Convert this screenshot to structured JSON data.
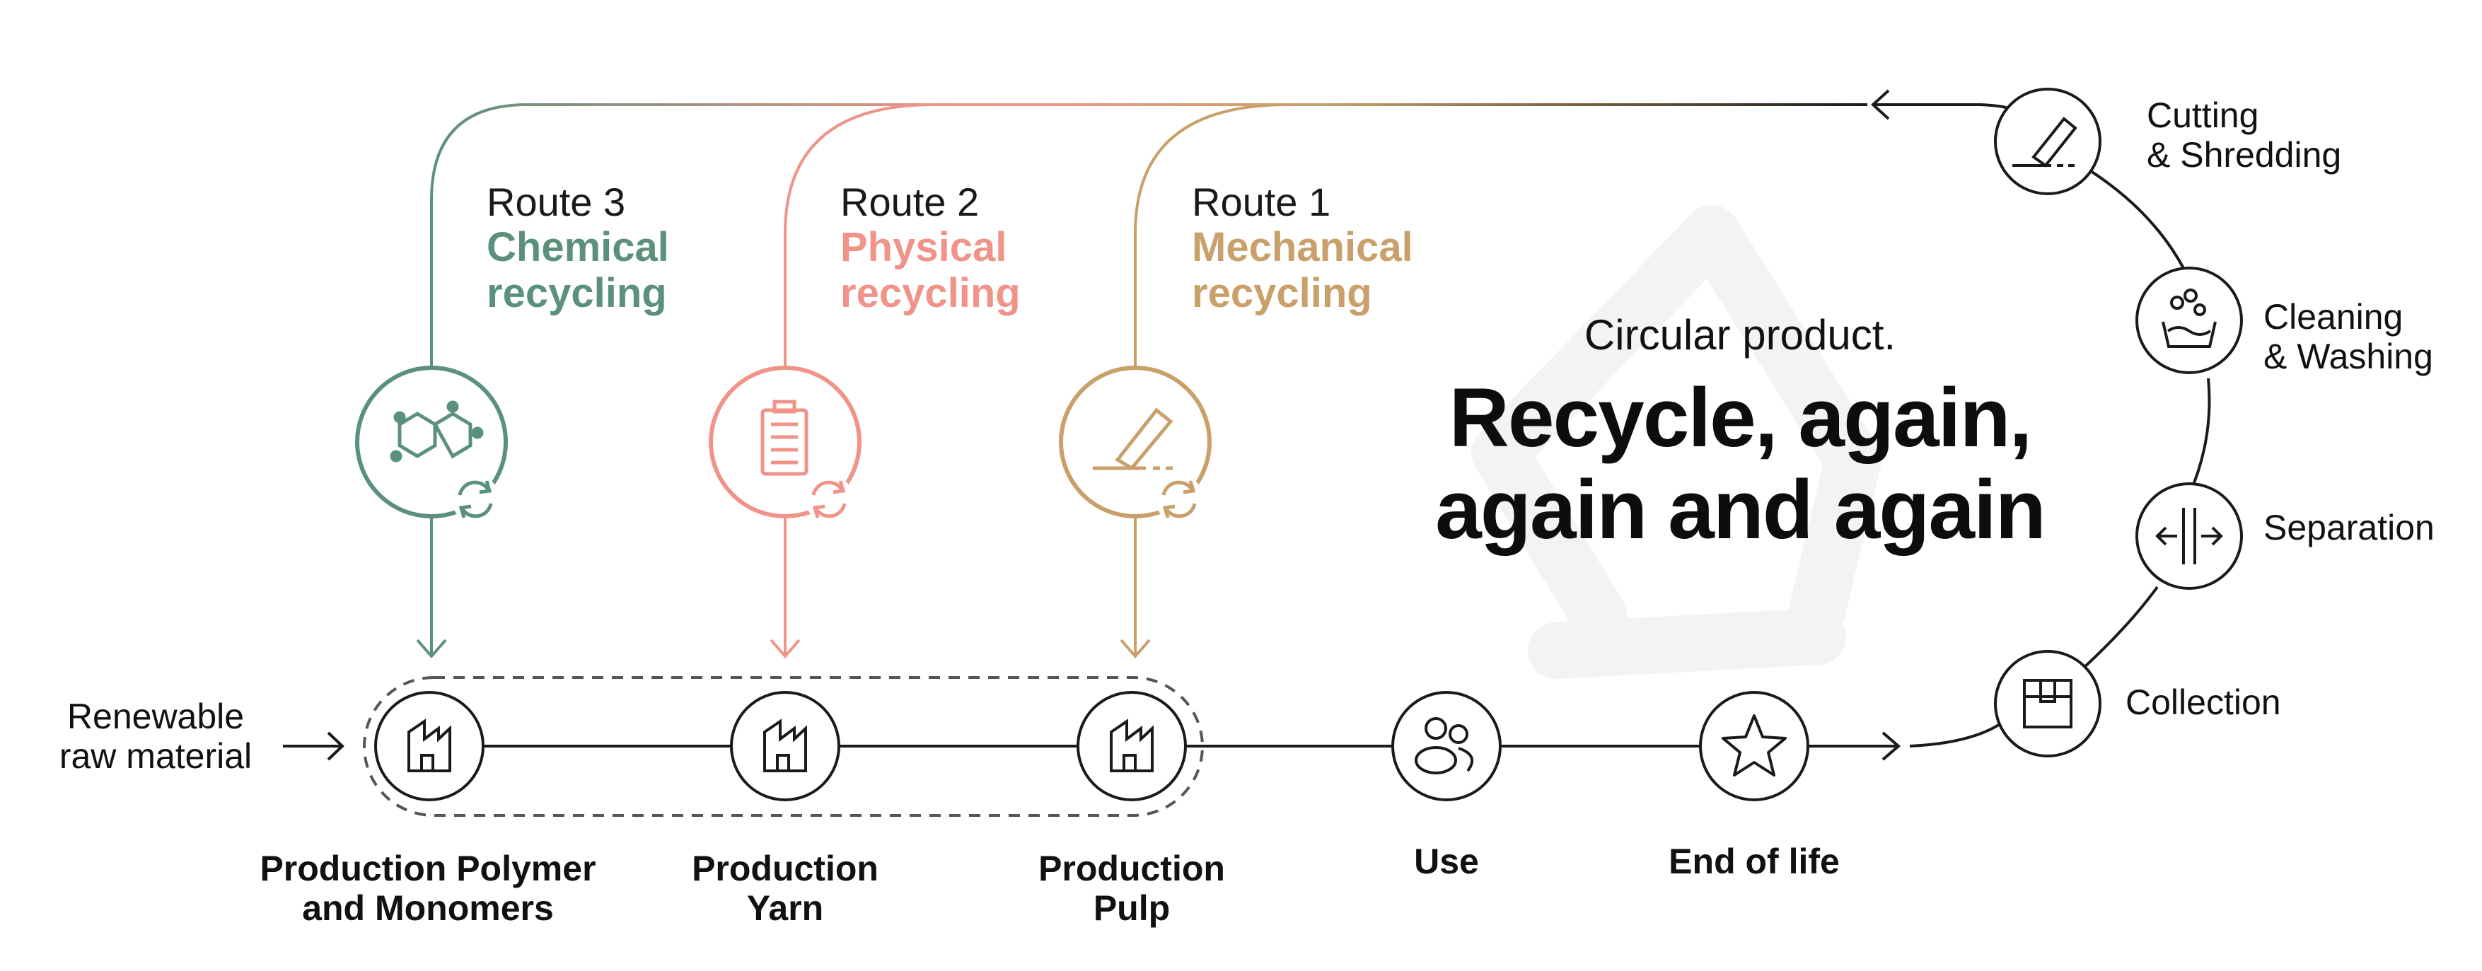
{
  "colors": {
    "chemical": "#5b917b",
    "physical": "#f0948a",
    "mechanical": "#c9a06a",
    "line": "#1a1a1a",
    "watermark": "#f4f4f4"
  },
  "input": {
    "label_line1": "Renewable",
    "label_line2": "raw material"
  },
  "routes": [
    {
      "number": "Route 3",
      "name_line1": "Chemical",
      "name_line2": "recycling",
      "icon": "molecule-icon"
    },
    {
      "number": "Route 2",
      "name_line1": "Physical",
      "name_line2": "recycling",
      "icon": "clipboard-icon"
    },
    {
      "number": "Route 1",
      "name_line1": "Mechanical",
      "name_line2": "recycling",
      "icon": "cutter-icon"
    }
  ],
  "stages": [
    {
      "line1": "Production Polymer",
      "line2": "and Monomers",
      "icon": "factory-icon"
    },
    {
      "line1": "Production",
      "line2": "Yarn",
      "icon": "factory-icon"
    },
    {
      "line1": "Production",
      "line2": "Pulp",
      "icon": "factory-icon"
    },
    {
      "line1": "Use",
      "line2": "",
      "icon": "people-icon"
    },
    {
      "line1": "End of life",
      "line2": "",
      "icon": "star-icon"
    }
  ],
  "loop": [
    {
      "line1": "Collection",
      "line2": "",
      "icon": "box-icon"
    },
    {
      "line1": "Separation",
      "line2": "",
      "icon": "separation-icon"
    },
    {
      "line1": "Cleaning",
      "line2": "& Washing",
      "icon": "washing-icon"
    },
    {
      "line1": "Cutting",
      "line2": "& Shredding",
      "icon": "cutter-icon"
    }
  ],
  "headline": {
    "subtitle": "Circular product.",
    "line1": "Recycle, again,",
    "line2": "again and again"
  }
}
